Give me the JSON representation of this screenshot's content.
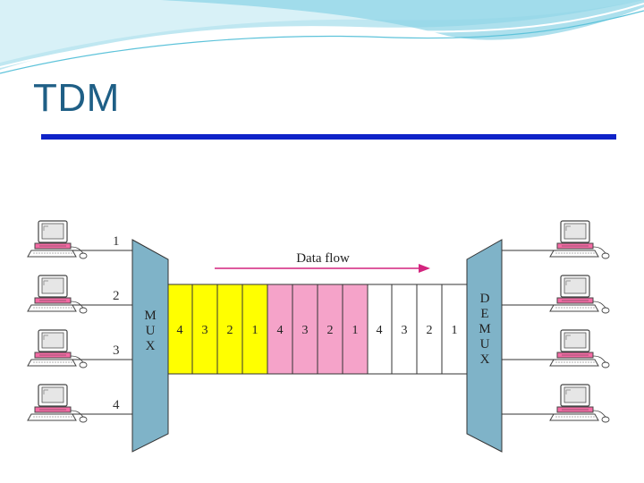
{
  "slide": {
    "title": "TDM"
  },
  "colors": {
    "title": "#1f5f86",
    "title_rule": "#0f23c8",
    "header_swoosh": "#5ec3da",
    "mux_fill": "#7fb3c8",
    "frame_1": "#ffff00",
    "frame_2": "#f5a3c9",
    "frame_3": "#ffffff",
    "arrow": "#d3247e",
    "computer_screen": "#e6e6e6",
    "computer_base": "#f36aa3"
  },
  "diagram": {
    "data_flow_label": "Data flow",
    "mux_letters": [
      "M",
      "U",
      "X"
    ],
    "demux_letters": [
      "D",
      "E",
      "M",
      "U",
      "X"
    ],
    "input_lines": [
      "1",
      "2",
      "3",
      "4"
    ],
    "frames": [
      {
        "slots": [
          "4",
          "3",
          "2",
          "1"
        ]
      },
      {
        "slots": [
          "4",
          "3",
          "2",
          "1"
        ]
      },
      {
        "slots": [
          "4",
          "3",
          "2",
          "1"
        ]
      }
    ]
  }
}
